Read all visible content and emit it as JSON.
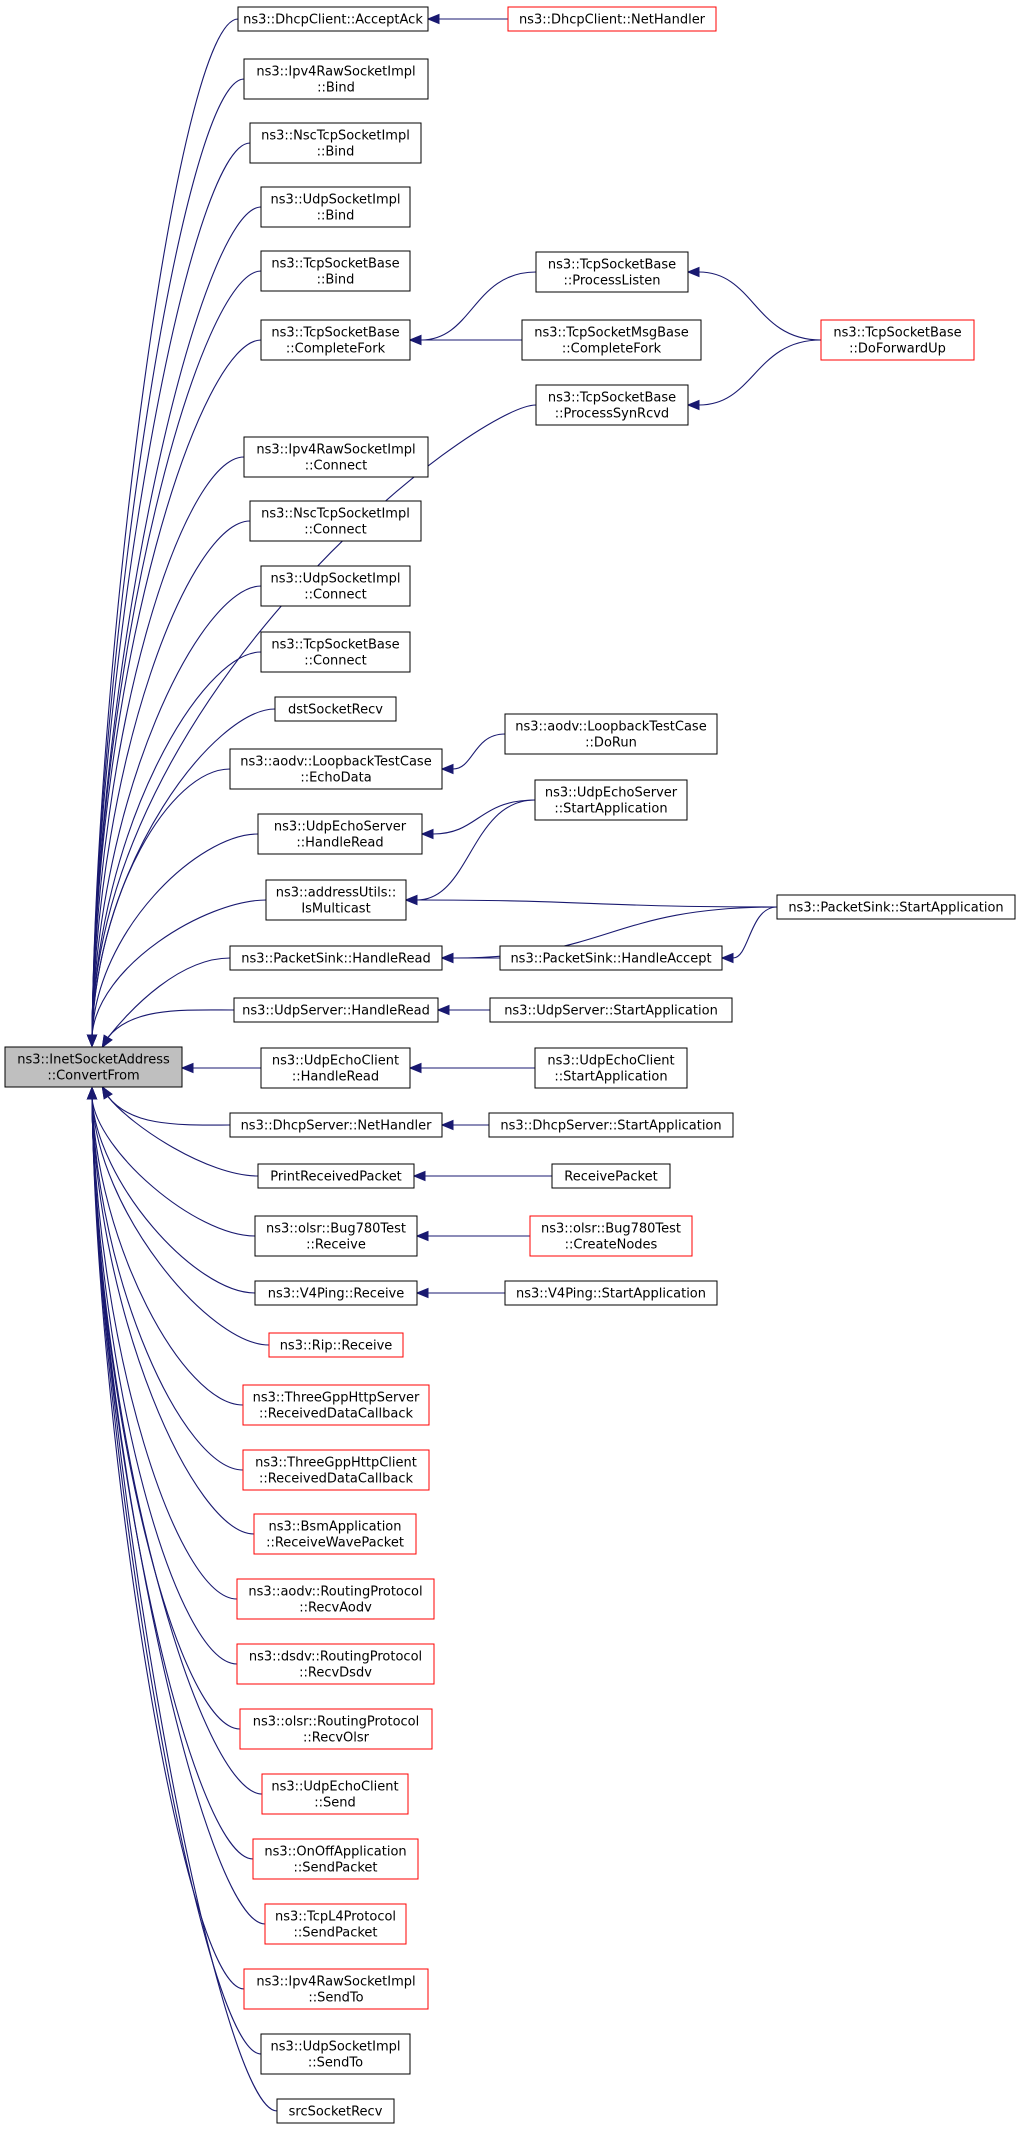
{
  "nodes": [
    {
      "id": "root",
      "lines": [
        "ns3::InetSocketAddress",
        "::ConvertFrom"
      ],
      "style": "root"
    },
    {
      "id": "n1",
      "lines": [
        "ns3::DhcpClient::AcceptAck"
      ],
      "style": "black"
    },
    {
      "id": "n2",
      "lines": [
        "ns3::DhcpClient::NetHandler"
      ],
      "style": "red"
    },
    {
      "id": "n3",
      "lines": [
        "ns3::Ipv4RawSocketImpl",
        "::Bind"
      ],
      "style": "black"
    },
    {
      "id": "n4",
      "lines": [
        "ns3::NscTcpSocketImpl",
        "::Bind"
      ],
      "style": "black"
    },
    {
      "id": "n5",
      "lines": [
        "ns3::UdpSocketImpl",
        "::Bind"
      ],
      "style": "black"
    },
    {
      "id": "n6",
      "lines": [
        "ns3::TcpSocketBase",
        "::Bind"
      ],
      "style": "black"
    },
    {
      "id": "n7",
      "lines": [
        "ns3::TcpSocketBase",
        "::CompleteFork"
      ],
      "style": "black"
    },
    {
      "id": "n8",
      "lines": [
        "ns3::TcpSocketBase",
        "::ProcessListen"
      ],
      "style": "black"
    },
    {
      "id": "n9",
      "lines": [
        "ns3::TcpSocketMsgBase",
        "::CompleteFork"
      ],
      "style": "black"
    },
    {
      "id": "n10",
      "lines": [
        "ns3::TcpSocketBase",
        "::DoForwardUp"
      ],
      "style": "red"
    },
    {
      "id": "n11",
      "lines": [
        "ns3::TcpSocketBase",
        "::ProcessSynRcvd"
      ],
      "style": "black"
    },
    {
      "id": "n12",
      "lines": [
        "ns3::Ipv4RawSocketImpl",
        "::Connect"
      ],
      "style": "black"
    },
    {
      "id": "n13",
      "lines": [
        "ns3::NscTcpSocketImpl",
        "::Connect"
      ],
      "style": "black"
    },
    {
      "id": "n14",
      "lines": [
        "ns3::UdpSocketImpl",
        "::Connect"
      ],
      "style": "black"
    },
    {
      "id": "n15",
      "lines": [
        "ns3::TcpSocketBase",
        "::Connect"
      ],
      "style": "black"
    },
    {
      "id": "n16",
      "lines": [
        "dstSocketRecv"
      ],
      "style": "black"
    },
    {
      "id": "n17",
      "lines": [
        "ns3::aodv::LoopbackTestCase",
        "::EchoData"
      ],
      "style": "black"
    },
    {
      "id": "n18",
      "lines": [
        "ns3::aodv::LoopbackTestCase",
        "::DoRun"
      ],
      "style": "black"
    },
    {
      "id": "n19",
      "lines": [
        "ns3::UdpEchoServer",
        "::HandleRead"
      ],
      "style": "black"
    },
    {
      "id": "n20",
      "lines": [
        "ns3::UdpEchoServer",
        "::StartApplication"
      ],
      "style": "black"
    },
    {
      "id": "n21",
      "lines": [
        "ns3::addressUtils::",
        "IsMulticast"
      ],
      "style": "black"
    },
    {
      "id": "n22",
      "lines": [
        "ns3::PacketSink::StartApplication"
      ],
      "style": "black"
    },
    {
      "id": "n23",
      "lines": [
        "ns3::PacketSink::HandleRead"
      ],
      "style": "black"
    },
    {
      "id": "n24",
      "lines": [
        "ns3::PacketSink::HandleAccept"
      ],
      "style": "black"
    },
    {
      "id": "n25",
      "lines": [
        "ns3::UdpServer::HandleRead"
      ],
      "style": "black"
    },
    {
      "id": "n26",
      "lines": [
        "ns3::UdpServer::StartApplication"
      ],
      "style": "black"
    },
    {
      "id": "n27",
      "lines": [
        "ns3::UdpEchoClient",
        "::HandleRead"
      ],
      "style": "black"
    },
    {
      "id": "n28",
      "lines": [
        "ns3::UdpEchoClient",
        "::StartApplication"
      ],
      "style": "black"
    },
    {
      "id": "n29",
      "lines": [
        "ns3::DhcpServer::NetHandler"
      ],
      "style": "black"
    },
    {
      "id": "n30",
      "lines": [
        "ns3::DhcpServer::StartApplication"
      ],
      "style": "black"
    },
    {
      "id": "n31",
      "lines": [
        "PrintReceivedPacket"
      ],
      "style": "black"
    },
    {
      "id": "n32",
      "lines": [
        "ReceivePacket"
      ],
      "style": "black"
    },
    {
      "id": "n33",
      "lines": [
        "ns3::olsr::Bug780Test",
        "::Receive"
      ],
      "style": "black"
    },
    {
      "id": "n34",
      "lines": [
        "ns3::olsr::Bug780Test",
        "::CreateNodes"
      ],
      "style": "red"
    },
    {
      "id": "n35",
      "lines": [
        "ns3::V4Ping::Receive"
      ],
      "style": "black"
    },
    {
      "id": "n36",
      "lines": [
        "ns3::V4Ping::StartApplication"
      ],
      "style": "black"
    },
    {
      "id": "n37",
      "lines": [
        "ns3::Rip::Receive"
      ],
      "style": "red"
    },
    {
      "id": "n38",
      "lines": [
        "ns3::ThreeGppHttpServer",
        "::ReceivedDataCallback"
      ],
      "style": "red"
    },
    {
      "id": "n39",
      "lines": [
        "ns3::ThreeGppHttpClient",
        "::ReceivedDataCallback"
      ],
      "style": "red"
    },
    {
      "id": "n40",
      "lines": [
        "ns3::BsmApplication",
        "::ReceiveWavePacket"
      ],
      "style": "red"
    },
    {
      "id": "n41",
      "lines": [
        "ns3::aodv::RoutingProtocol",
        "::RecvAodv"
      ],
      "style": "red"
    },
    {
      "id": "n42",
      "lines": [
        "ns3::dsdv::RoutingProtocol",
        "::RecvDsdv"
      ],
      "style": "red"
    },
    {
      "id": "n43",
      "lines": [
        "ns3::olsr::RoutingProtocol",
        "::RecvOlsr"
      ],
      "style": "red"
    },
    {
      "id": "n44",
      "lines": [
        "ns3::UdpEchoClient",
        "::Send"
      ],
      "style": "red"
    },
    {
      "id": "n45",
      "lines": [
        "ns3::OnOffApplication",
        "::SendPacket"
      ],
      "style": "red"
    },
    {
      "id": "n46",
      "lines": [
        "ns3::TcpL4Protocol",
        "::SendPacket"
      ],
      "style": "red"
    },
    {
      "id": "n47",
      "lines": [
        "ns3::Ipv4RawSocketImpl",
        "::SendTo"
      ],
      "style": "red"
    },
    {
      "id": "n48",
      "lines": [
        "ns3::UdpSocketImpl",
        "::SendTo"
      ],
      "style": "black"
    },
    {
      "id": "n49",
      "lines": [
        "srcSocketRecv"
      ],
      "style": "black"
    }
  ],
  "edges": [
    {
      "from": "n2",
      "to": "n1"
    },
    {
      "from": "n8",
      "to": "n7"
    },
    {
      "from": "n9",
      "to": "n7"
    },
    {
      "from": "n10",
      "to": "n8"
    },
    {
      "from": "n10",
      "to": "n11"
    },
    {
      "from": "n18",
      "to": "n17"
    },
    {
      "from": "n20",
      "to": "n19"
    },
    {
      "from": "n20",
      "to": "n21"
    },
    {
      "from": "n22",
      "to": "n21"
    },
    {
      "from": "n22",
      "to": "n23"
    },
    {
      "from": "n22",
      "to": "n24"
    },
    {
      "from": "n24",
      "to": "n23"
    },
    {
      "from": "n26",
      "to": "n25"
    },
    {
      "from": "n28",
      "to": "n27"
    },
    {
      "from": "n30",
      "to": "n29"
    },
    {
      "from": "n32",
      "to": "n31"
    },
    {
      "from": "n34",
      "to": "n33"
    },
    {
      "from": "n36",
      "to": "n35"
    },
    {
      "from": "n1",
      "to": "root"
    },
    {
      "from": "n3",
      "to": "root"
    },
    {
      "from": "n4",
      "to": "root"
    },
    {
      "from": "n5",
      "to": "root"
    },
    {
      "from": "n6",
      "to": "root"
    },
    {
      "from": "n7",
      "to": "root"
    },
    {
      "from": "n11",
      "to": "root"
    },
    {
      "from": "n12",
      "to": "root"
    },
    {
      "from": "n13",
      "to": "root"
    },
    {
      "from": "n14",
      "to": "root"
    },
    {
      "from": "n15",
      "to": "root"
    },
    {
      "from": "n16",
      "to": "root"
    },
    {
      "from": "n17",
      "to": "root"
    },
    {
      "from": "n19",
      "to": "root"
    },
    {
      "from": "n21",
      "to": "root"
    },
    {
      "from": "n23",
      "to": "root"
    },
    {
      "from": "n25",
      "to": "root"
    },
    {
      "from": "n27",
      "to": "root"
    },
    {
      "from": "n29",
      "to": "root"
    },
    {
      "from": "n31",
      "to": "root"
    },
    {
      "from": "n33",
      "to": "root"
    },
    {
      "from": "n35",
      "to": "root"
    },
    {
      "from": "n37",
      "to": "root"
    },
    {
      "from": "n38",
      "to": "root"
    },
    {
      "from": "n39",
      "to": "root"
    },
    {
      "from": "n40",
      "to": "root"
    },
    {
      "from": "n41",
      "to": "root"
    },
    {
      "from": "n42",
      "to": "root"
    },
    {
      "from": "n43",
      "to": "root"
    },
    {
      "from": "n44",
      "to": "root"
    },
    {
      "from": "n45",
      "to": "root"
    },
    {
      "from": "n46",
      "to": "root"
    },
    {
      "from": "n47",
      "to": "root"
    },
    {
      "from": "n48",
      "to": "root"
    },
    {
      "from": "n49",
      "to": "root"
    }
  ],
  "colors": {
    "edge": "#191970",
    "red_border": "#ff0000",
    "root_fill": "#bfbfbf"
  }
}
